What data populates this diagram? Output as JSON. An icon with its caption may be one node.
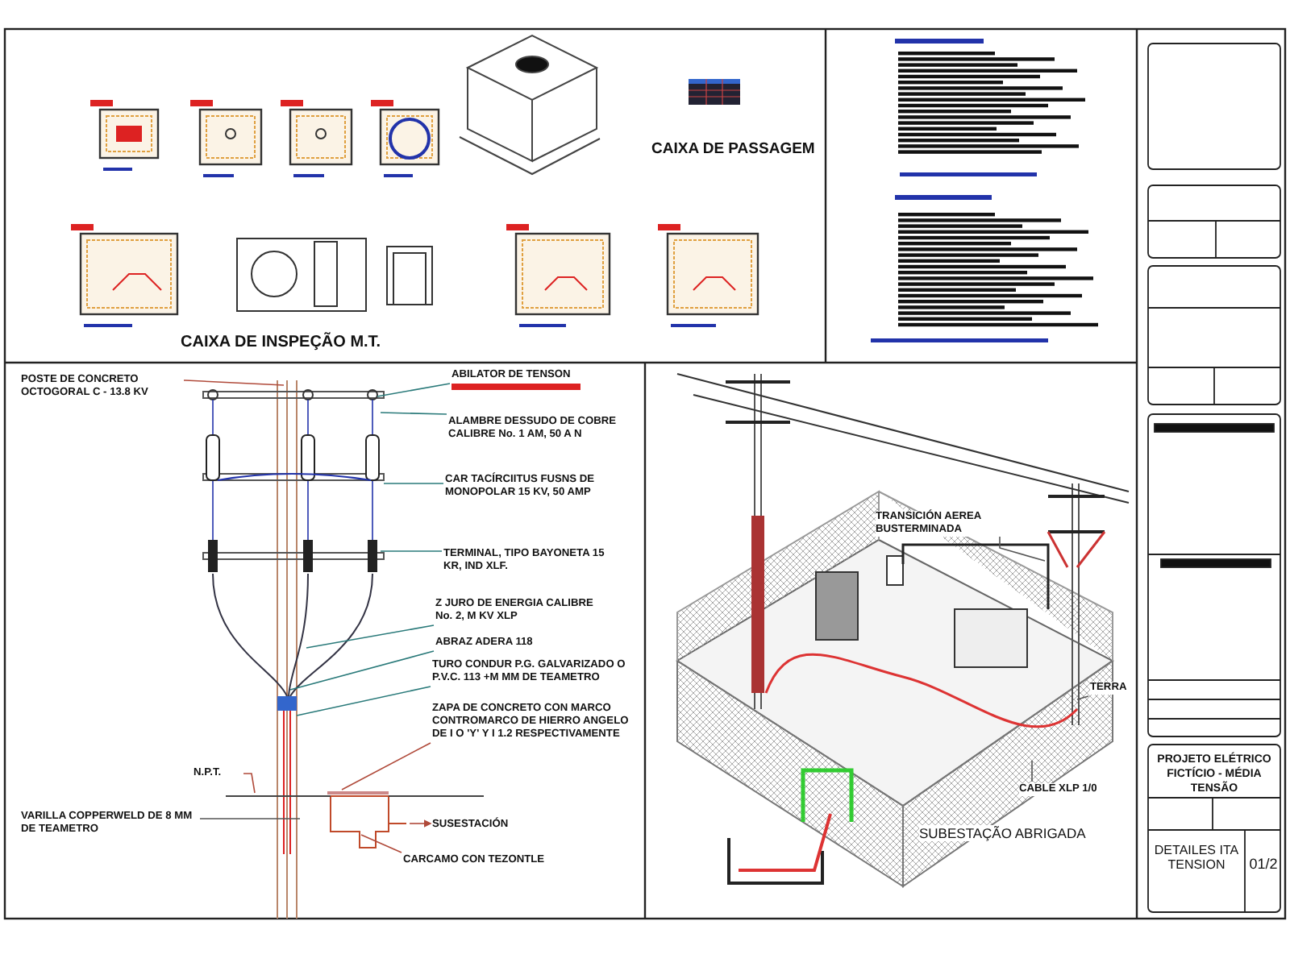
{
  "diagram": {
    "nodes": [
      {
        "text": [
          "POSTE DE CONCRETO OCTOGORAL C - 13.8 KV"
        ]
      },
      {
        "text": [
          "ABILATOR DE TENSON"
        ]
      },
      {
        "text": [
          "ALAMBRE DESSUDO DE COBRE CALIBRE No. 1 AM, 50 A N"
        ]
      },
      {
        "text": [
          "CAR TACÍRCIITUS FUSNS DE MONOPOLAR 15 KV, 50 AMP"
        ]
      },
      {
        "text": [
          "TERMINAL, TIPO BAYONETA 15 KR, IND XLF."
        ]
      },
      {
        "text": [
          "Z JURO DE ENERGIA CALIBRE No. 2, M KV XLP"
        ]
      },
      {
        "text": [
          "ABRAZ ADERA 118"
        ]
      },
      {
        "text": [
          "TURO CONDUR P.G. GALVARIZADO O P.V.C. 113 +M MM DE TEAMETRO"
        ]
      },
      {
        "text": [
          "ZAPA DE CONCRETO CON MARCO CONTROMARCO DE HIERRO ANGELO DE I O 'Y' Y I 1.2 RESPECTIVAMENTE"
        ]
      },
      {
        "text": [
          "N.P.T."
        ]
      },
      {
        "text": [
          "VARILLA COPPERWELD DE 8 MM DE TEAMETRO"
        ]
      },
      {
        "text": [
          "SUSESTACIÓN"
        ]
      },
      {
        "text": [
          "CARCAMO CON TEZONTLE"
        ]
      },
      {
        "text": [
          "TRANSICIÓN AEREA BUSTERMINADA"
        ]
      },
      {
        "text": [
          "TERRA"
        ]
      },
      {
        "text": [
          "CABLE XLP 1/0"
        ]
      },
      {
        "text": [],
        "shape": "picture",
        "beside": [
          "SUBESTAÇÃO ABRIGADA"
        ]
      }
    ],
    "edges": [
      {
        "from": 0,
        "to": null,
        "arrow": "none",
        "color": "#b04a3a"
      },
      {
        "from": 1,
        "to": null,
        "arrow": "none"
      },
      {
        "from": 2,
        "to": null,
        "arrow": "none"
      },
      {
        "from": 3,
        "to": null,
        "arrow": "none"
      },
      {
        "from": 4,
        "to": null,
        "arrow": "none"
      },
      {
        "from": 5,
        "to": null,
        "arrow": "none"
      },
      {
        "from": 6,
        "to": null,
        "arrow": "none"
      },
      {
        "from": 7,
        "to": null,
        "arrow": "none"
      },
      {
        "from": 8,
        "to": null,
        "arrow": "none",
        "color": "#b04a3a"
      },
      {
        "from": 9,
        "to": null,
        "arrow": "none",
        "color": "#b04a3a"
      },
      {
        "from": 10,
        "to": null,
        "arrow": "none",
        "color": "#555555"
      },
      {
        "from": null,
        "to": 11,
        "arrow": "to",
        "color": "#b04a3a"
      },
      {
        "from": 12,
        "to": null,
        "arrow": "none",
        "color": "#b04a3a"
      },
      {
        "from": 13,
        "to": 16,
        "arrow": "none",
        "color": "#555555"
      },
      {
        "from": 14,
        "to": 16,
        "arrow": "none",
        "color": "#555555"
      },
      {
        "from": 15,
        "to": 16,
        "arrow": "none",
        "color": "#555555"
      }
    ],
    "labels": [
      "CAIXA DE PASSAGEM",
      "CAIXA DE INSPEÇÃO M.T.",
      "PROJETO ELÉTRICO FICTÍCIO - MÉDIA TENSÃO",
      "DETAILES ITA TENSION",
      "01/2"
    ]
  }
}
